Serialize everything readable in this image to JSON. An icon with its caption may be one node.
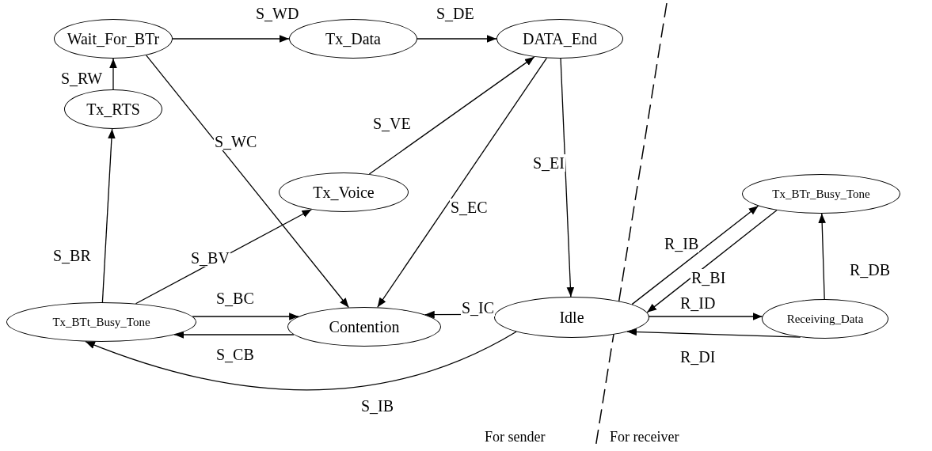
{
  "diagram": {
    "nodes": [
      {
        "text": [
          "Wait_For_BTr"
        ]
      },
      {
        "text": [
          "Tx_Data"
        ]
      },
      {
        "text": [
          "DATA_End"
        ]
      },
      {
        "text": [
          "Tx_RTS"
        ]
      },
      {
        "text": [
          "Tx_Voice"
        ]
      },
      {
        "text": [
          "Tx_BTr_Busy_Tone"
        ]
      },
      {
        "text": [
          "Tx_BTt_Busy_Tone"
        ]
      },
      {
        "text": [
          "Contention"
        ]
      },
      {
        "text": [
          "Idle"
        ]
      },
      {
        "text": [
          "Receiving_Data"
        ]
      }
    ],
    "edges": [
      {
        "from": 0,
        "to": 1,
        "arrow": "to",
        "label": "S_WD"
      },
      {
        "from": 1,
        "to": 2,
        "arrow": "to",
        "label": "S_DE"
      },
      {
        "from": 3,
        "to": 0,
        "arrow": "to",
        "label": "S_RW"
      },
      {
        "from": 0,
        "to": 7,
        "arrow": "to",
        "label": "S_WC"
      },
      {
        "from": 4,
        "to": 2,
        "arrow": "to",
        "label": "S_VE"
      },
      {
        "from": 2,
        "to": 7,
        "arrow": "to",
        "label": "S_EC"
      },
      {
        "from": 2,
        "to": 8,
        "arrow": "to",
        "label": "S_EI"
      },
      {
        "from": 6,
        "to": 3,
        "arrow": "to",
        "label": "S_BR"
      },
      {
        "from": 6,
        "to": 4,
        "arrow": "to",
        "label": "S_BV"
      },
      {
        "from": 6,
        "to": 7,
        "arrow": "to",
        "label": "S_BC"
      },
      {
        "from": 7,
        "to": 6,
        "arrow": "to",
        "label": "S_CB"
      },
      {
        "from": 8,
        "to": 7,
        "arrow": "to",
        "label": "S_IC"
      },
      {
        "from": 8,
        "to": 6,
        "arrow": "to",
        "label": "S_IB"
      },
      {
        "from": 8,
        "to": 5,
        "arrow": "to",
        "label": "R_IB"
      },
      {
        "from": 5,
        "to": 8,
        "arrow": "to",
        "label": "R_BI"
      },
      {
        "from": 8,
        "to": 9,
        "arrow": "to",
        "label": "R_ID"
      },
      {
        "from": 9,
        "to": 8,
        "arrow": "to",
        "label": "R_DI"
      },
      {
        "from": 9,
        "to": 5,
        "arrow": "to",
        "label": "R_DB"
      }
    ],
    "labels": [
      "For sender",
      "For receiver"
    ]
  }
}
